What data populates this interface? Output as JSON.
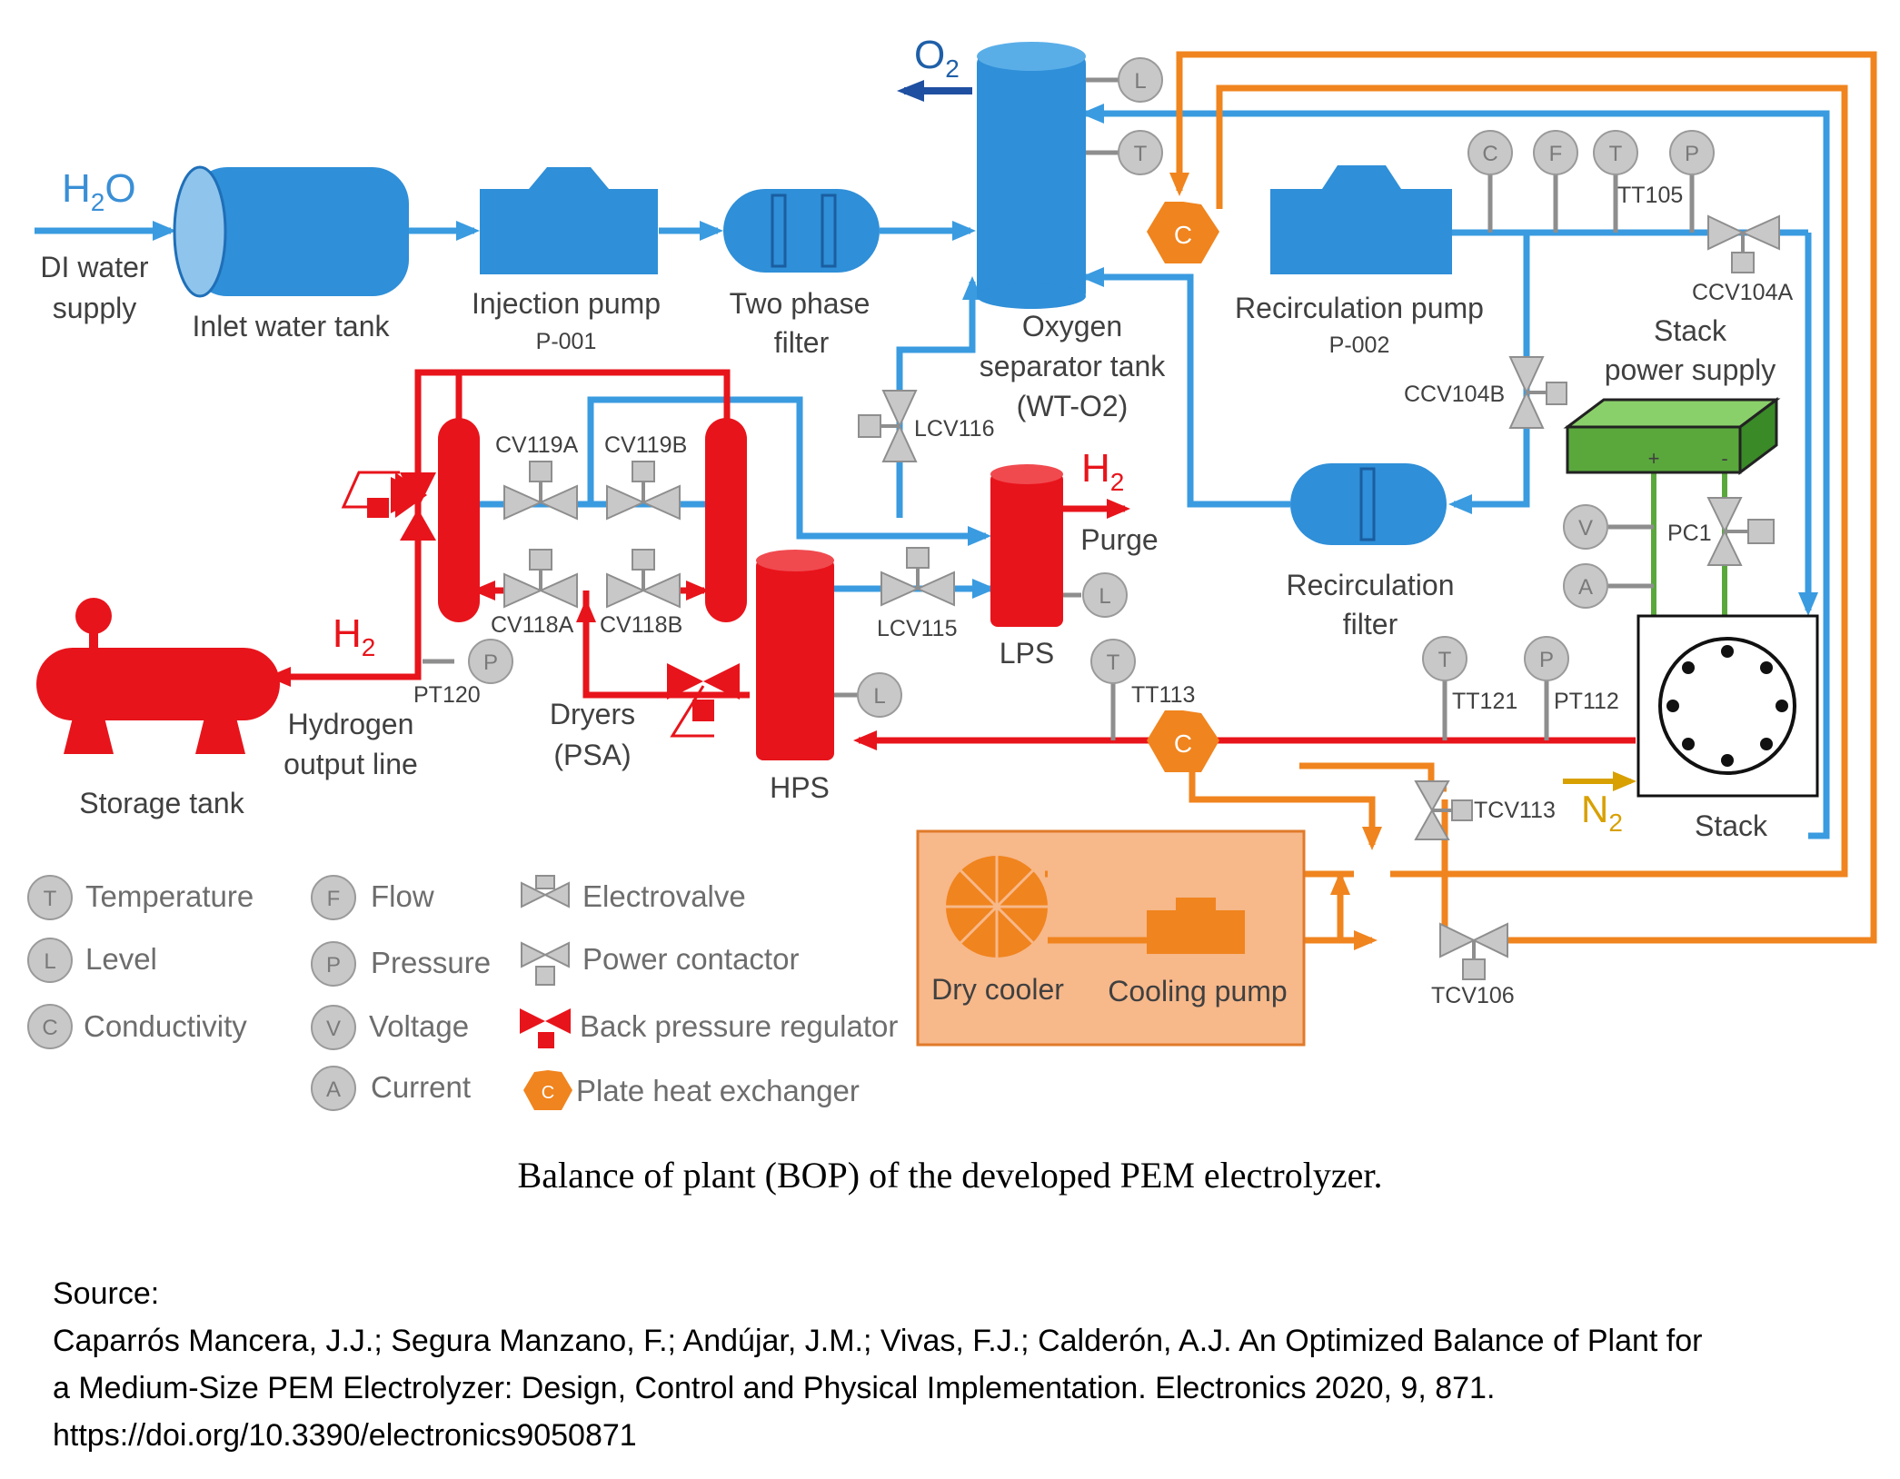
{
  "gases": {
    "water": "H",
    "water_sub": "2",
    "water_end": "O",
    "oxygen": "O",
    "oxygen_sub": "2",
    "hydrogen": "H",
    "hydrogen_sub": "2",
    "nitrogen": "N",
    "nitrogen_sub": "2"
  },
  "labels": {
    "di_water_1": "DI water",
    "di_water_2": "supply",
    "inlet_tank": "Inlet water tank",
    "injection_pump": "Injection pump",
    "injection_pump_id": "P-001",
    "two_phase_1": "Two phase",
    "two_phase_2": "filter",
    "oxygen_sep_1": "Oxygen",
    "oxygen_sep_2": "separator tank",
    "oxygen_sep_3": "(WT-O2)",
    "recirc_pump": "Recirculation pump",
    "recirc_pump_id": "P-002",
    "stack_power_1": "Stack",
    "stack_power_2": "power supply",
    "recirc_filter_1": "Recirculation",
    "recirc_filter_2": "filter",
    "purge": "Purge",
    "lps": "LPS",
    "hps": "HPS",
    "dryers_1": "Dryers",
    "dryers_2": "(PSA)",
    "hydrogen_line_1": "Hydrogen",
    "hydrogen_line_2": "output line",
    "storage_tank": "Storage tank",
    "stack": "Stack",
    "dry_cooler": "Dry cooler",
    "cooling_pump": "Cooling pump",
    "plus": "+",
    "minus": "-"
  },
  "tags": {
    "tt105": "TT105",
    "ccv104a": "CCV104A",
    "ccv104b": "CCV104B",
    "lcv116": "LCV116",
    "cv119a": "CV119A",
    "cv119b": "CV119B",
    "cv118a": "CV118A",
    "cv118b": "CV118B",
    "lcv115": "LCV115",
    "pt120": "PT120",
    "tt113": "TT113",
    "tt121": "TT121",
    "pt112": "PT112",
    "tcv113": "TCV113",
    "tcv106": "TCV106",
    "pc1": "PC1"
  },
  "sensor_letters": {
    "temperature": "T",
    "level": "L",
    "conductivity": "C",
    "flow": "F",
    "pressure": "P",
    "voltage": "V",
    "current": "A"
  },
  "legend": {
    "temperature": "Temperature",
    "level": "Level",
    "conductivity": "Conductivity",
    "flow": "Flow",
    "pressure": "Pressure",
    "voltage": "Voltage",
    "current": "Current",
    "electrovalve": "Electrovalve",
    "power_contactor": "Power contactor",
    "back_pressure_regulator": "Back pressure regulator",
    "plate_heat_exchanger": "Plate heat exchanger"
  },
  "caption": "Balance of plant (BOP) of the developed PEM electrolyzer.",
  "source": {
    "heading": "Source:",
    "line1": "Caparrós Mancera, J.J.; Segura Manzano, F.; Andújar, J.M.; Vivas, F.J.; Calderón, A.J. An Optimized Balance of Plant for",
    "line2": "a Medium-Size PEM Electrolyzer: Design, Control and Physical Implementation. Electronics 2020, 9, 871.",
    "line3": "https://doi.org/10.3390/electronics9050871"
  },
  "colors": {
    "water": "#3a9be0",
    "water_fill": "#2f8fd8",
    "hydrogen": "#e8141b",
    "oxygen_arrow": "#1f4fa0",
    "coolant": "#f0841e",
    "cooler_box": "#f7b88a",
    "power": "#5aa83c",
    "sensor": "#c8c8c8",
    "nitrogen": "#d8a000"
  }
}
